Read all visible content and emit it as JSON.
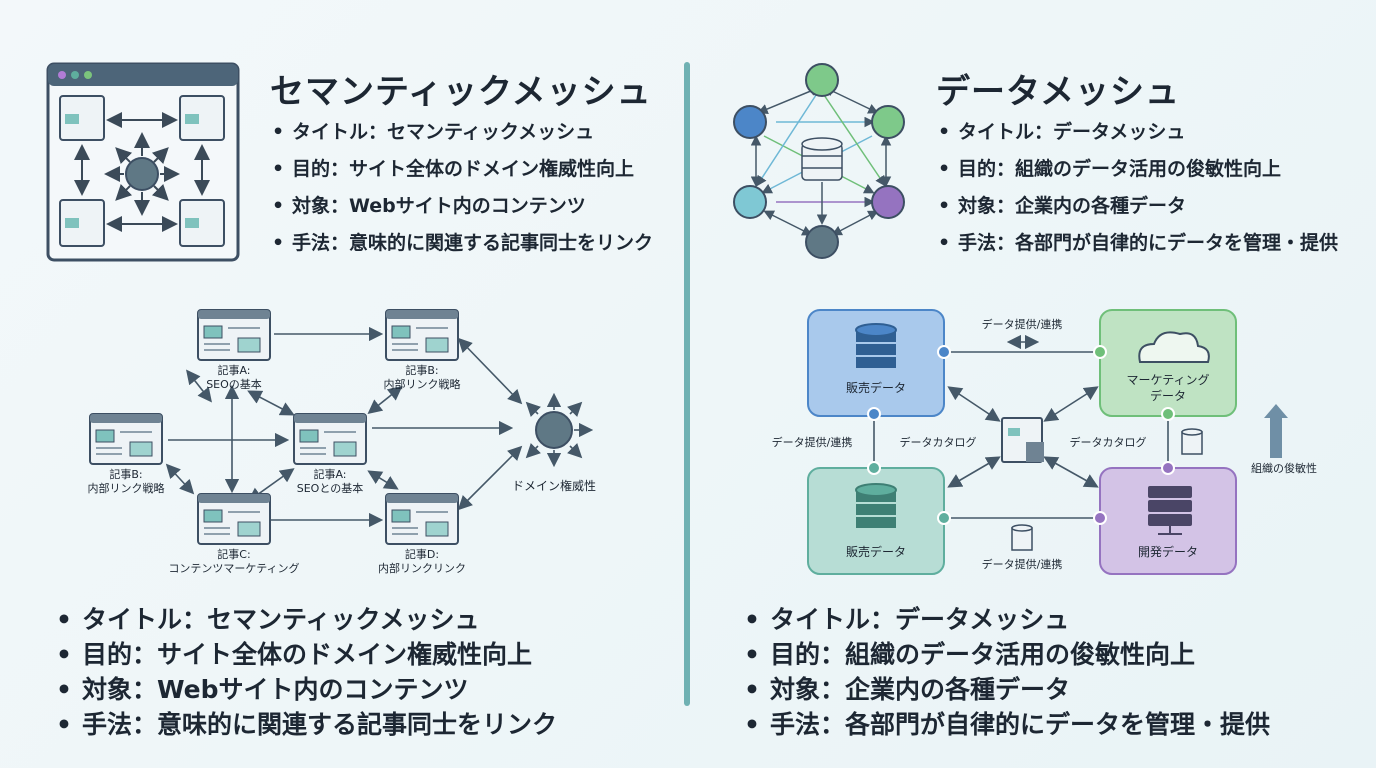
{
  "left": {
    "title": "セマンティックメッシュ",
    "bullets": [
      "タイトル：セマンティックメッシュ",
      "目的：サイト全体のドメイン権威性向上",
      "対象：Webサイト内のコンテンツ",
      "手法：意味的に関連する記事同士をリンク"
    ],
    "diagram": {
      "articleA_top_title": "記事A:",
      "articleA_top_sub": "SEOの基本",
      "articleB_top_title": "記事B:",
      "articleB_top_sub": "内部リンク戦略",
      "articleB_left_title": "記事B:",
      "articleB_left_sub": "内部リンク戦略",
      "articleA_center_title": "記事A:",
      "articleA_center_sub": "SEOとの基本",
      "articleC_title": "記事C:",
      "articleC_sub": "コンテンツマーケティング",
      "articleD_title": "記事D:",
      "articleD_sub": "内部リンクリンク",
      "domain_label": "ドメイン権威性"
    }
  },
  "right": {
    "title": "データメッシュ",
    "bullets": [
      "タイトル：データメッシュ",
      "目的：組織のデータ活用の俊敏性向上",
      "対象：企業内の各種データ",
      "手法：各部門が自律的にデータを管理・提供"
    ],
    "diagram": {
      "sales_top": "販売データ",
      "marketing_line1": "マーケティング",
      "marketing_line2": "データ",
      "sales_bottom": "販売データ",
      "dev": "開発データ",
      "link_top": "データ提供/連携",
      "link_left": "データ提供/連携",
      "link_bottom": "データ提供/連携",
      "catalog_left": "データカタログ",
      "catalog_right": "データカタログ",
      "agility": "組織の俊敏性"
    }
  },
  "bottom_left_bullets": [
    "タイトル：セマンティックメッシュ",
    "目的：サイト全体のドメイン権威性向上",
    "対象：Webサイト内のコンテンツ",
    "手法：意味的に関連する記事同士をリンク"
  ],
  "bottom_right_bullets": [
    "タイトル：データメッシュ",
    "目的：組織のデータ活用の俊敏性向上",
    "対象：企業内の各種データ",
    "手法：各部門が自律的にデータを管理・提供"
  ],
  "colors": {
    "divider": "#6fb1b3",
    "blue": "#4c86c8",
    "green": "#6fbf79",
    "purple": "#9573c0",
    "teal": "#5fae9e",
    "hub": "#5f7885"
  }
}
